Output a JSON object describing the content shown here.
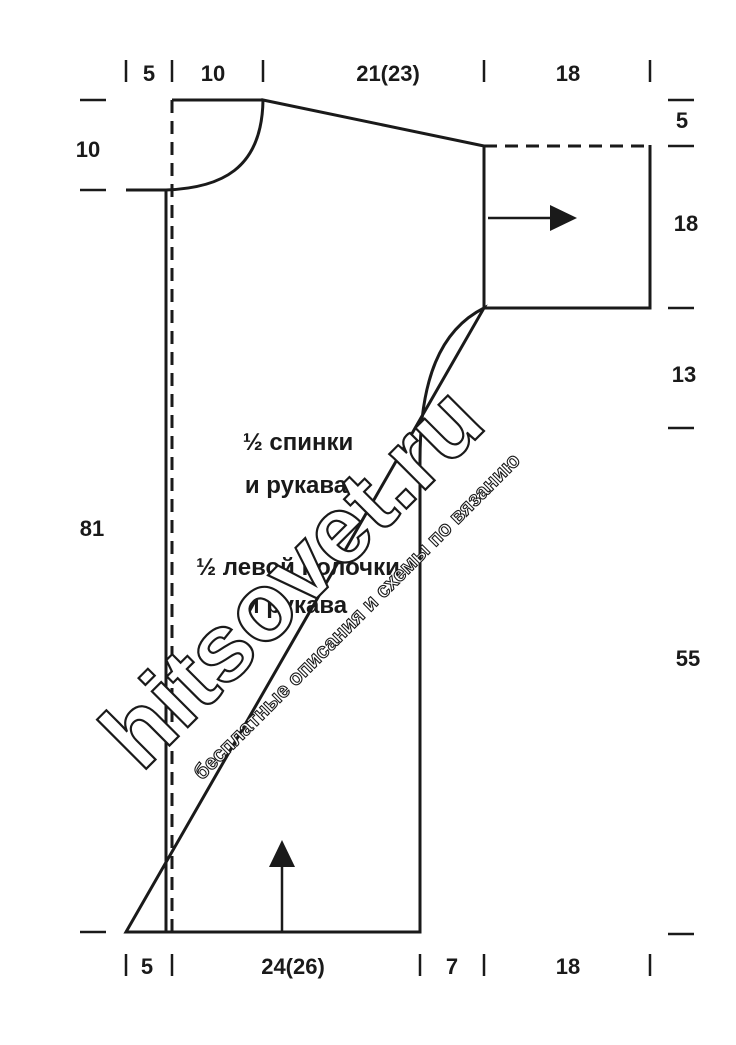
{
  "dimensions": {
    "top_placket": "5",
    "top_neck": "10",
    "top_shoulder": "21(23)",
    "top_sleeve": "18",
    "left_neck_depth": "10",
    "left_length": "81",
    "right_shoulder_drop": "5",
    "right_sleeve_width": "18",
    "right_underarm": "13",
    "right_side": "55",
    "bottom_placket": "5",
    "bottom_width": "24(26)",
    "bottom_gap": "7",
    "bottom_sleeve": "18"
  },
  "labels": {
    "back_line1": "½ спинки",
    "back_line2": "и рукава",
    "front_line1": "½ левой полочки",
    "front_line2": "и рукава"
  },
  "watermark": {
    "site": "hitsovet.ru",
    "tagline": "бесплатные описания и схемы по вязанию"
  }
}
